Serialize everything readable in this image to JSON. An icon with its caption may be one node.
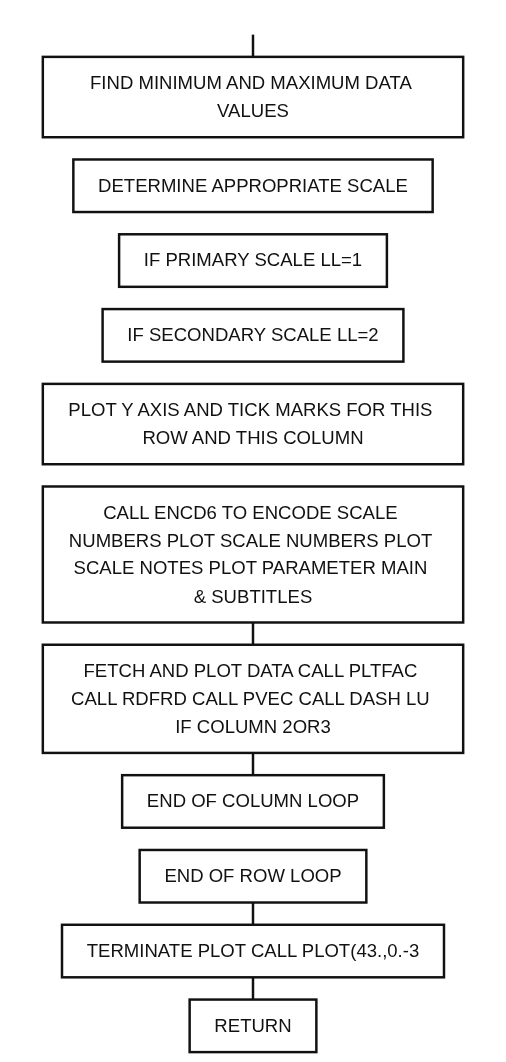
{
  "diagram": {
    "nodes": [
      {
        "text": [
          "FIND MINIMUM AND MAXIMUM DATA VALUES"
        ]
      },
      {
        "text": [
          "DETERMINE APPROPRIATE SCALE"
        ]
      },
      {
        "text": [
          "IF PRIMARY SCALE LL=1"
        ]
      },
      {
        "text": [
          "IF SECONDARY SCALE LL=2"
        ]
      },
      {
        "text": [
          "PLOT Y AXIS AND TICK MARKS FOR THIS ROW AND THIS COLUMN"
        ]
      },
      {
        "text": [
          "CALL ENCD6 TO ENCODE SCALE NUMBERS PLOT SCALE NUMBERS PLOT SCALE NOTES PLOT PARAMETER MAIN & SUBTITLES"
        ]
      },
      {
        "text": [
          "FETCH AND PLOT DATA CALL PLTFAC CALL RDFRD CALL PVEC CALL DASH LU IF COLUMN 2OR3"
        ]
      },
      {
        "text": [
          "END OF COLUMN LOOP"
        ]
      },
      {
        "text": [
          "END OF ROW LOOP"
        ]
      },
      {
        "text": [
          "TERMINATE PLOT CALL PLOT(43.,0.-3"
        ]
      },
      {
        "text": [
          "RETURN"
        ]
      }
    ],
    "edges": [
      {
        "from": null,
        "to": 0,
        "arrow": "none"
      },
      {
        "from": 5,
        "to": 6,
        "arrow": "none"
      },
      {
        "from": 6,
        "to": 7,
        "arrow": "none"
      },
      {
        "from": 8,
        "to": 9,
        "arrow": "none"
      },
      {
        "from": 9,
        "to": 10,
        "arrow": "none"
      }
    ]
  }
}
